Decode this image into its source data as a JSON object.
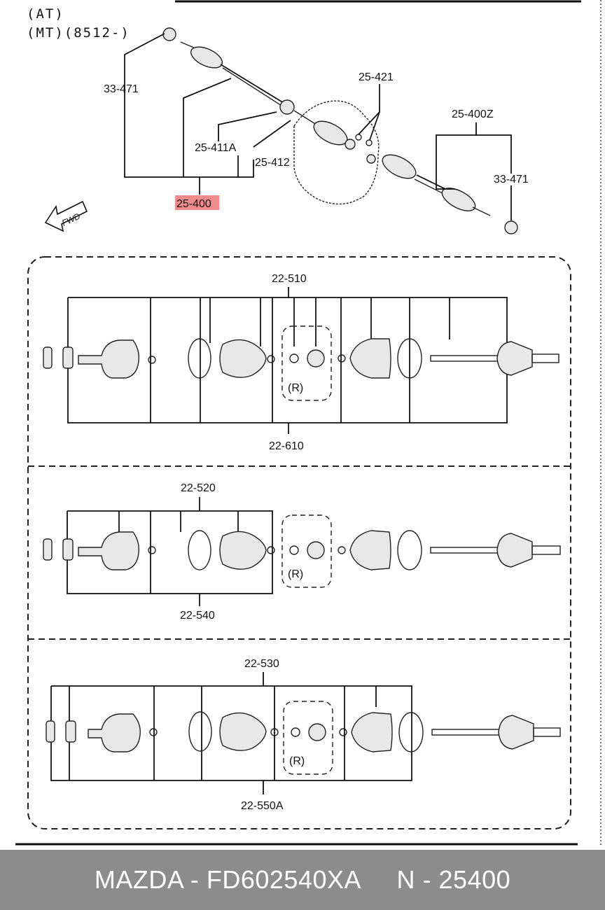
{
  "header": {
    "line1": "(AT)",
    "line2": "(MT)(8512-)"
  },
  "top_labels": {
    "nut_left": "33-471",
    "boot_band": "25-421",
    "shaft_right": "25-400Z",
    "nut_right": "33-471",
    "boot_a": "25-411A",
    "boot_b": "25-412",
    "main_assembly": "25-400",
    "fwd": "FWD"
  },
  "section1": {
    "top_label": "22-510",
    "bottom_label": "22-610",
    "r_mark": "(R)"
  },
  "section2": {
    "top_label": "22-520",
    "bottom_label": "22-540",
    "r_mark": "(R)"
  },
  "section3": {
    "top_label": "22-530",
    "bottom_label": "22-550A",
    "r_mark": "(R)"
  },
  "colors": {
    "highlight": "#f28b8b",
    "footer_bg": "#8c8c8c"
  },
  "footer": {
    "brand": "MAZDA",
    "part_number": "FD602540XA",
    "ref": "N - 25400",
    "text": "MAZDA - FD602540XA     N - 25400"
  }
}
